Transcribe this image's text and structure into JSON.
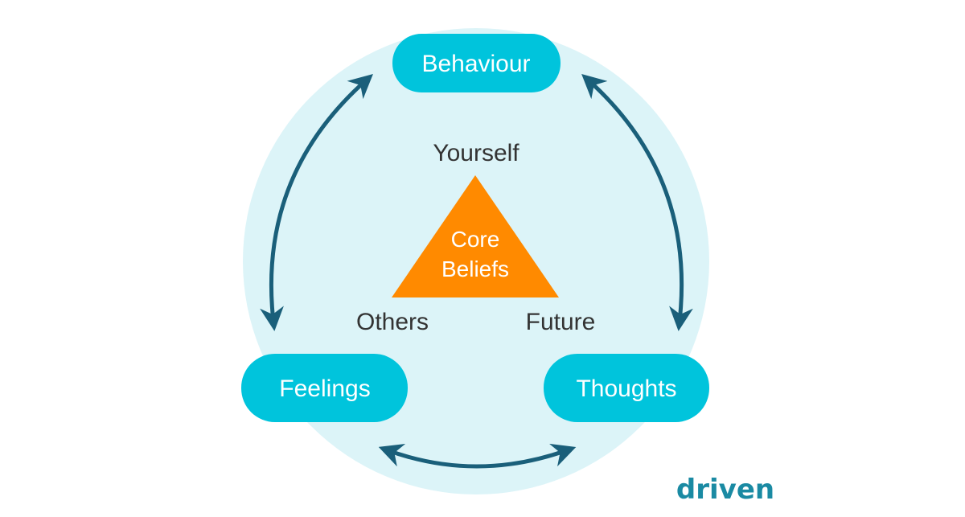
{
  "nodes": {
    "behaviour": "Behaviour",
    "feelings": "Feelings",
    "thoughts": "Thoughts"
  },
  "core": {
    "line1": "Core",
    "line2": "Beliefs"
  },
  "triangle_labels": {
    "top": "Yourself",
    "left": "Others",
    "right": "Future"
  },
  "logo": "driven",
  "colors": {
    "circle": "#dcf4f8",
    "pill": "#00c4dc",
    "triangle": "#ff8a00",
    "arrow": "#1a5f7a"
  }
}
